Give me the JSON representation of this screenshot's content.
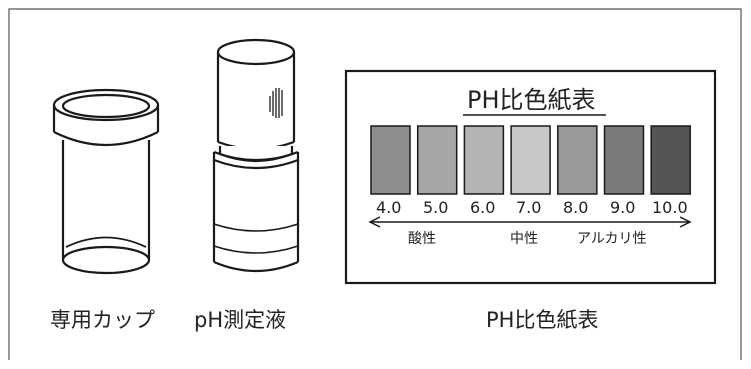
{
  "labels": {
    "cup": "専用カップ",
    "liquid": "pH測定液",
    "chart": "PH比色紙表"
  },
  "chart": {
    "title": "PH比色紙表",
    "swatches": [
      {
        "ph": "4.0",
        "color": "#8e8e8e"
      },
      {
        "ph": "5.0",
        "color": "#a6a6a6"
      },
      {
        "ph": "6.0",
        "color": "#b3b3b3"
      },
      {
        "ph": "7.0",
        "color": "#c8c8c8"
      },
      {
        "ph": "8.0",
        "color": "#9a9a9a"
      },
      {
        "ph": "9.0",
        "color": "#7a7a7a"
      },
      {
        "ph": "10.0",
        "color": "#555555"
      }
    ],
    "zones": {
      "acid": "酸性",
      "neutral": "中性",
      "alkaline": "アルカリ性"
    }
  }
}
